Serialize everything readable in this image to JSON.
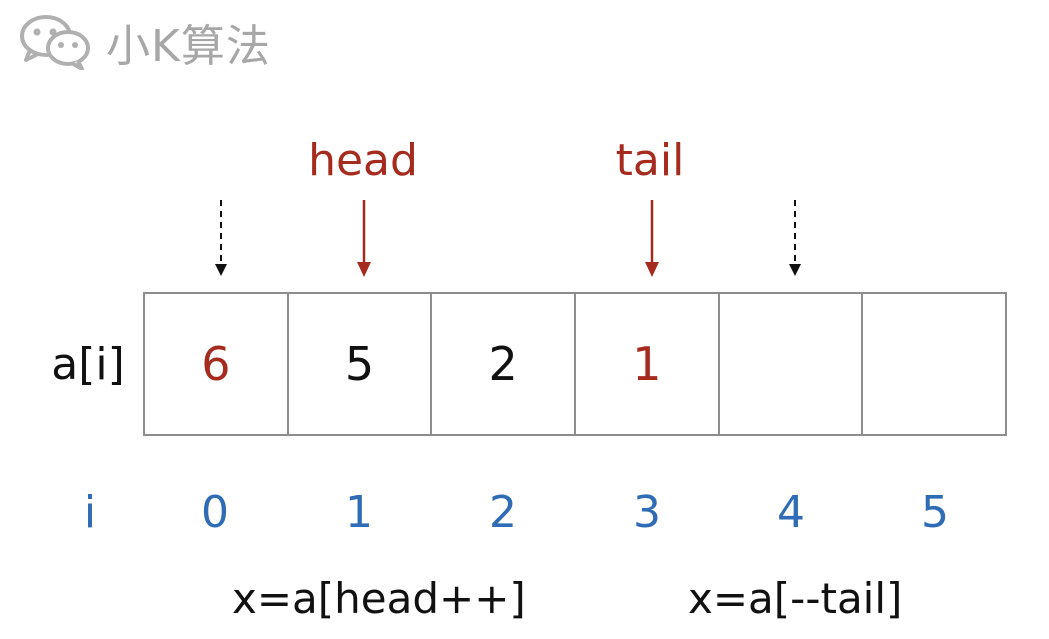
{
  "watermark": {
    "brand": "小K算法",
    "icon": "wechat-icon"
  },
  "pointers": {
    "head": "head",
    "tail": "tail"
  },
  "array": {
    "row_label": "a[i]",
    "cells": [
      "6",
      "5",
      "2",
      "1",
      "",
      ""
    ],
    "highlighted": [
      0,
      3
    ],
    "head_index": 1,
    "tail_index": 3,
    "dashed_indices": [
      0,
      4
    ]
  },
  "index_row": {
    "label": "i",
    "values": [
      "0",
      "1",
      "2",
      "3",
      "4",
      "5"
    ]
  },
  "code": {
    "dequeue_head": "x=a[head++]",
    "dequeue_tail": "x=a[--tail]"
  },
  "colors": {
    "highlight": "#a62b1f",
    "index": "#2f6cb5",
    "watermark": "#a7a7a7",
    "border": "#8d8d8d"
  }
}
